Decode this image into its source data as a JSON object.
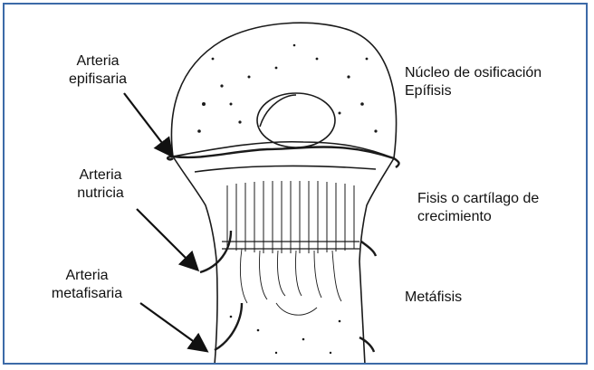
{
  "figure": {
    "labels": {
      "arteria_epifisaria": [
        "Arteria",
        "epifisaria"
      ],
      "arteria_nutricia": [
        "Arteria",
        "nutricia"
      ],
      "arteria_metafisaria": [
        "Arteria",
        "metafisaria"
      ],
      "nucleo_osificacion": [
        "Núcleo de osificación",
        "Epífisis"
      ],
      "fisis": [
        "Fisis o cartílago de",
        "crecimiento"
      ],
      "metafisis": [
        "Metáfisis"
      ]
    }
  },
  "colors": {
    "frame_border": "#3c6aa8",
    "line": "#1a1a1a"
  }
}
